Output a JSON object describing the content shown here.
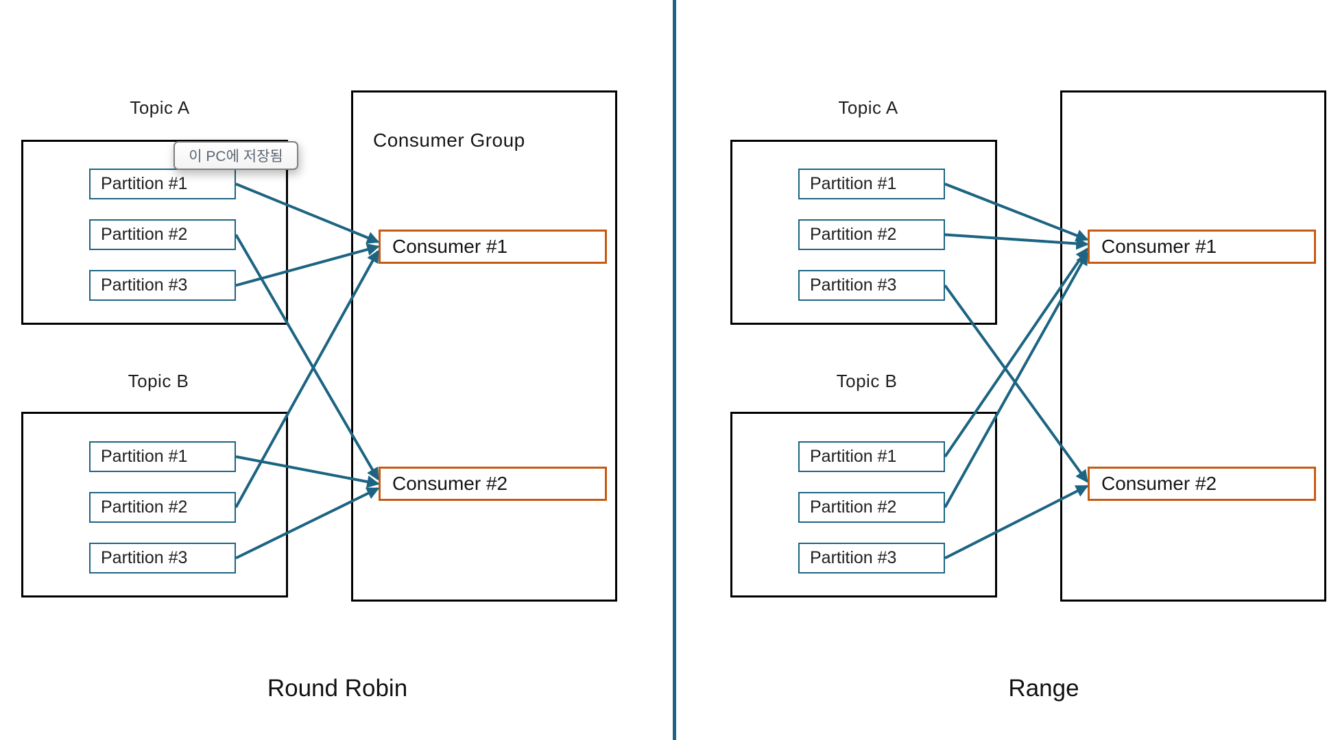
{
  "colors": {
    "accent_teal": "#1c6482",
    "accent_orange": "#c55a11",
    "box_border_black": "#000000"
  },
  "tooltip": {
    "text": "이 PC에 저장됨"
  },
  "panels": [
    {
      "id": "round_robin",
      "strategy_label": "Round Robin",
      "consumer_group_label": "Consumer Group",
      "topics": [
        {
          "id": "topicA",
          "label": "Topic A",
          "partitions": [
            {
              "id": "p1",
              "label": "Partition #1"
            },
            {
              "id": "p2",
              "label": "Partition #2"
            },
            {
              "id": "p3",
              "label": "Partition #3"
            }
          ]
        },
        {
          "id": "topicB",
          "label": "Topic B",
          "partitions": [
            {
              "id": "p1",
              "label": "Partition #1"
            },
            {
              "id": "p2",
              "label": "Partition #2"
            },
            {
              "id": "p3",
              "label": "Partition #3"
            }
          ]
        }
      ],
      "consumers": [
        {
          "id": "c1",
          "label": "Consumer #1"
        },
        {
          "id": "c2",
          "label": "Consumer #2"
        }
      ],
      "connections": [
        {
          "from": "topicA.p1",
          "to": "c1"
        },
        {
          "from": "topicA.p3",
          "to": "c1"
        },
        {
          "from": "topicB.p2",
          "to": "c1"
        },
        {
          "from": "topicA.p2",
          "to": "c2"
        },
        {
          "from": "topicB.p1",
          "to": "c2"
        },
        {
          "from": "topicB.p3",
          "to": "c2"
        }
      ]
    },
    {
      "id": "range",
      "strategy_label": "Range",
      "topics": [
        {
          "id": "topicA",
          "label": "Topic A",
          "partitions": [
            {
              "id": "p1",
              "label": "Partition #1"
            },
            {
              "id": "p2",
              "label": "Partition #2"
            },
            {
              "id": "p3",
              "label": "Partition #3"
            }
          ]
        },
        {
          "id": "topicB",
          "label": "Topic B",
          "partitions": [
            {
              "id": "p1",
              "label": "Partition #1"
            },
            {
              "id": "p2",
              "label": "Partition #2"
            },
            {
              "id": "p3",
              "label": "Partition #3"
            }
          ]
        }
      ],
      "consumers": [
        {
          "id": "c1",
          "label": "Consumer #1"
        },
        {
          "id": "c2",
          "label": "Consumer #2"
        }
      ],
      "connections": [
        {
          "from": "topicA.p1",
          "to": "c1"
        },
        {
          "from": "topicA.p2",
          "to": "c1"
        },
        {
          "from": "topicB.p1",
          "to": "c1"
        },
        {
          "from": "topicB.p2",
          "to": "c1"
        },
        {
          "from": "topicA.p3",
          "to": "c2"
        },
        {
          "from": "topicB.p3",
          "to": "c2"
        }
      ]
    }
  ]
}
